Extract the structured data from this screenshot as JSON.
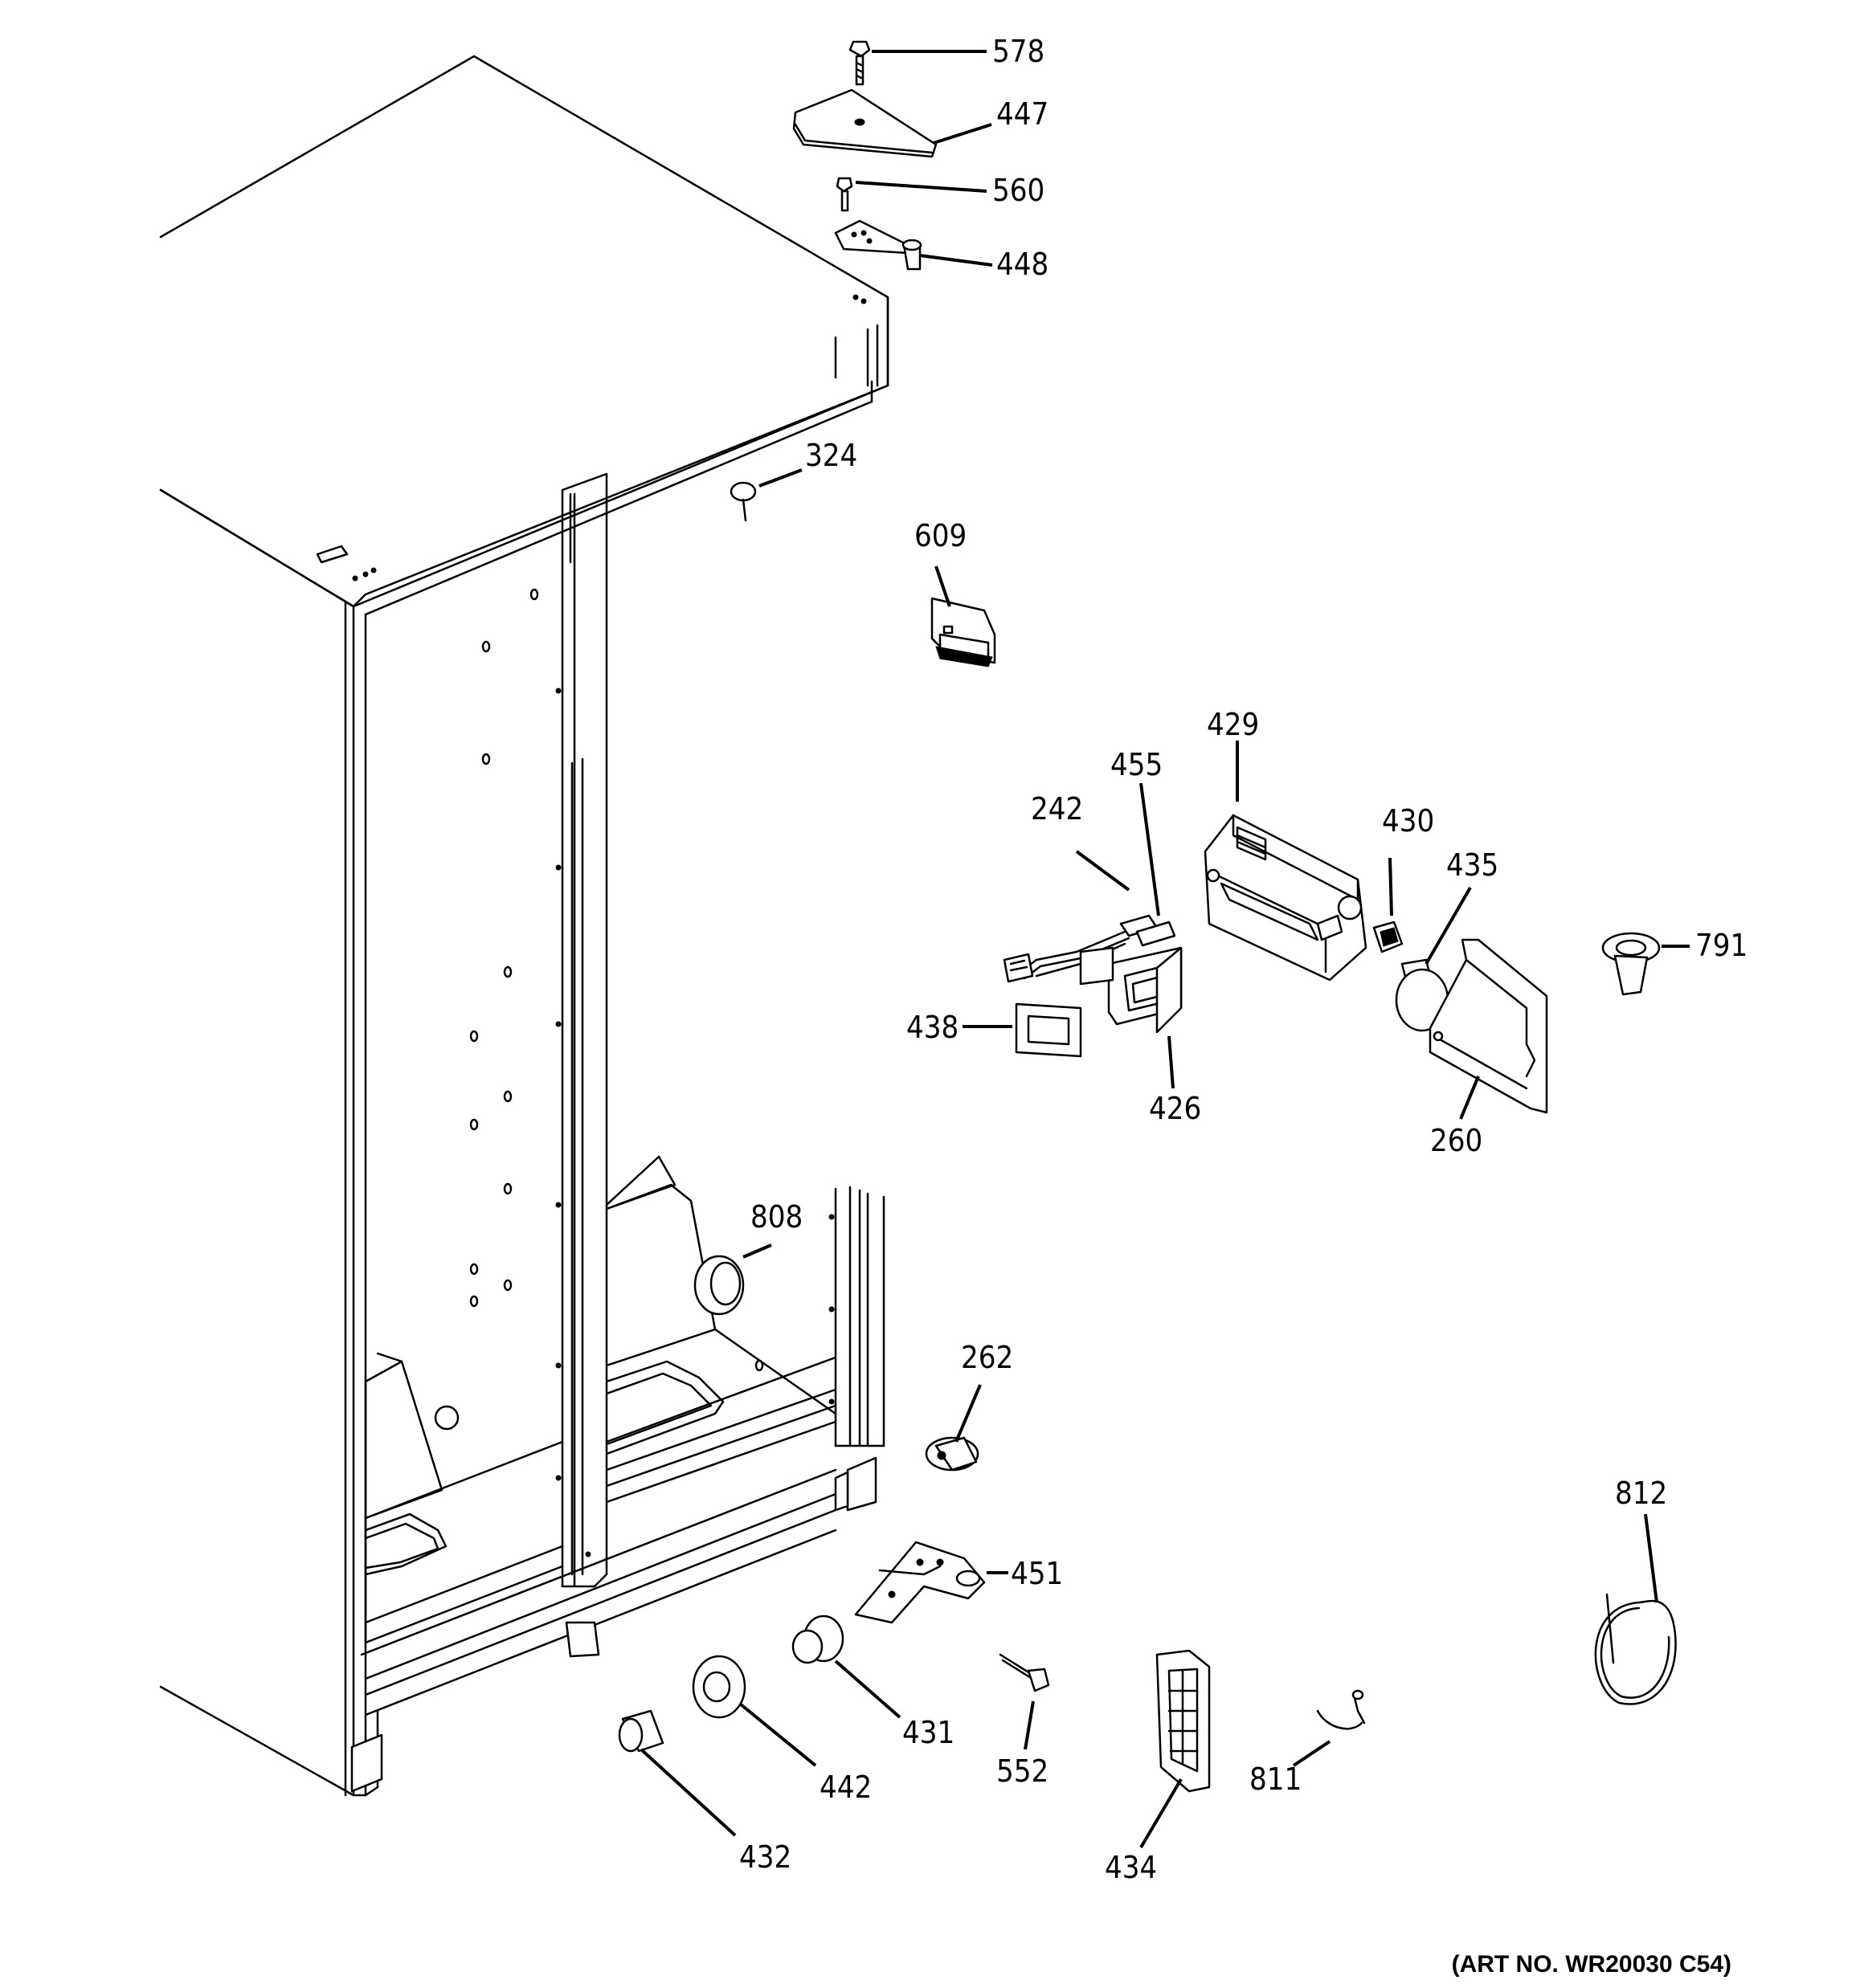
{
  "parts": [
    "578",
    "447",
    "560",
    "448",
    "324",
    "609",
    "429",
    "455",
    "242",
    "430",
    "435",
    "791",
    "438",
    "426",
    "260",
    "808",
    "262",
    "451",
    "431",
    "442",
    "552",
    "811",
    "432",
    "434",
    "812"
  ],
  "art_number": "(ART NO. WR20030 C54)"
}
